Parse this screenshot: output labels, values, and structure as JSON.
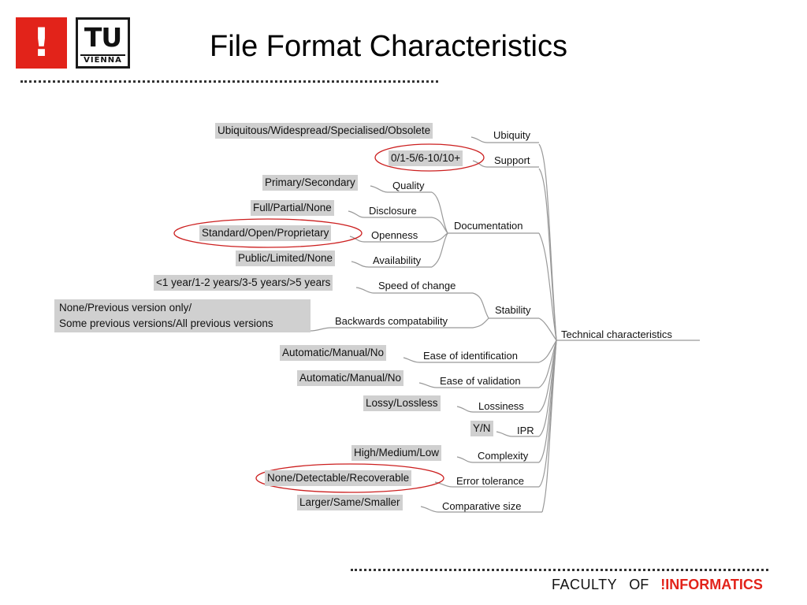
{
  "header": {
    "logo_mark": "!",
    "logo_text": "TU",
    "logo_sub": "VIENNA",
    "title": "File Format Characteristics"
  },
  "footer": {
    "faculty": "FACULTY",
    "of": "OF",
    "informatics": "!INFORMATICS"
  },
  "mindmap": {
    "root": "Technical characteristics",
    "branches": {
      "ubiquity": {
        "label": "Ubiquity",
        "value": "Ubiquitous/Widespread/Specialised/Obsolete"
      },
      "support": {
        "label": "Support",
        "value": "0/1-5/6-10/10+",
        "highlighted": true
      },
      "documentation": {
        "label": "Documentation",
        "children": {
          "quality": {
            "label": "Quality",
            "value": "Primary/Secondary"
          },
          "disclosure": {
            "label": "Disclosure",
            "value": "Full/Partial/None"
          },
          "openness": {
            "label": "Openness",
            "value": "Standard/Open/Proprietary",
            "highlighted": true
          },
          "availability": {
            "label": "Availability",
            "value": "Public/Limited/None"
          }
        }
      },
      "stability": {
        "label": "Stability",
        "children": {
          "speed": {
            "label": "Speed of change",
            "value": "<1 year/1-2 years/3-5 years/>5 years"
          },
          "backwards": {
            "label": "Backwards compatability",
            "value_line1": "None/Previous version only/",
            "value_line2": "Some previous versions/All previous versions"
          }
        }
      },
      "identification": {
        "label": "Ease of identification",
        "value": "Automatic/Manual/No"
      },
      "validation": {
        "label": "Ease of validation",
        "value": "Automatic/Manual/No"
      },
      "lossiness": {
        "label": "Lossiness",
        "value": "Lossy/Lossless"
      },
      "ipr": {
        "label": "IPR",
        "value": "Y/N"
      },
      "complexity": {
        "label": "Complexity",
        "value": "High/Medium/Low"
      },
      "error": {
        "label": "Error tolerance",
        "value": "None/Detectable/Recoverable",
        "highlighted": true
      },
      "size": {
        "label": "Comparative size",
        "value": "Larger/Same/Smaller"
      }
    }
  }
}
